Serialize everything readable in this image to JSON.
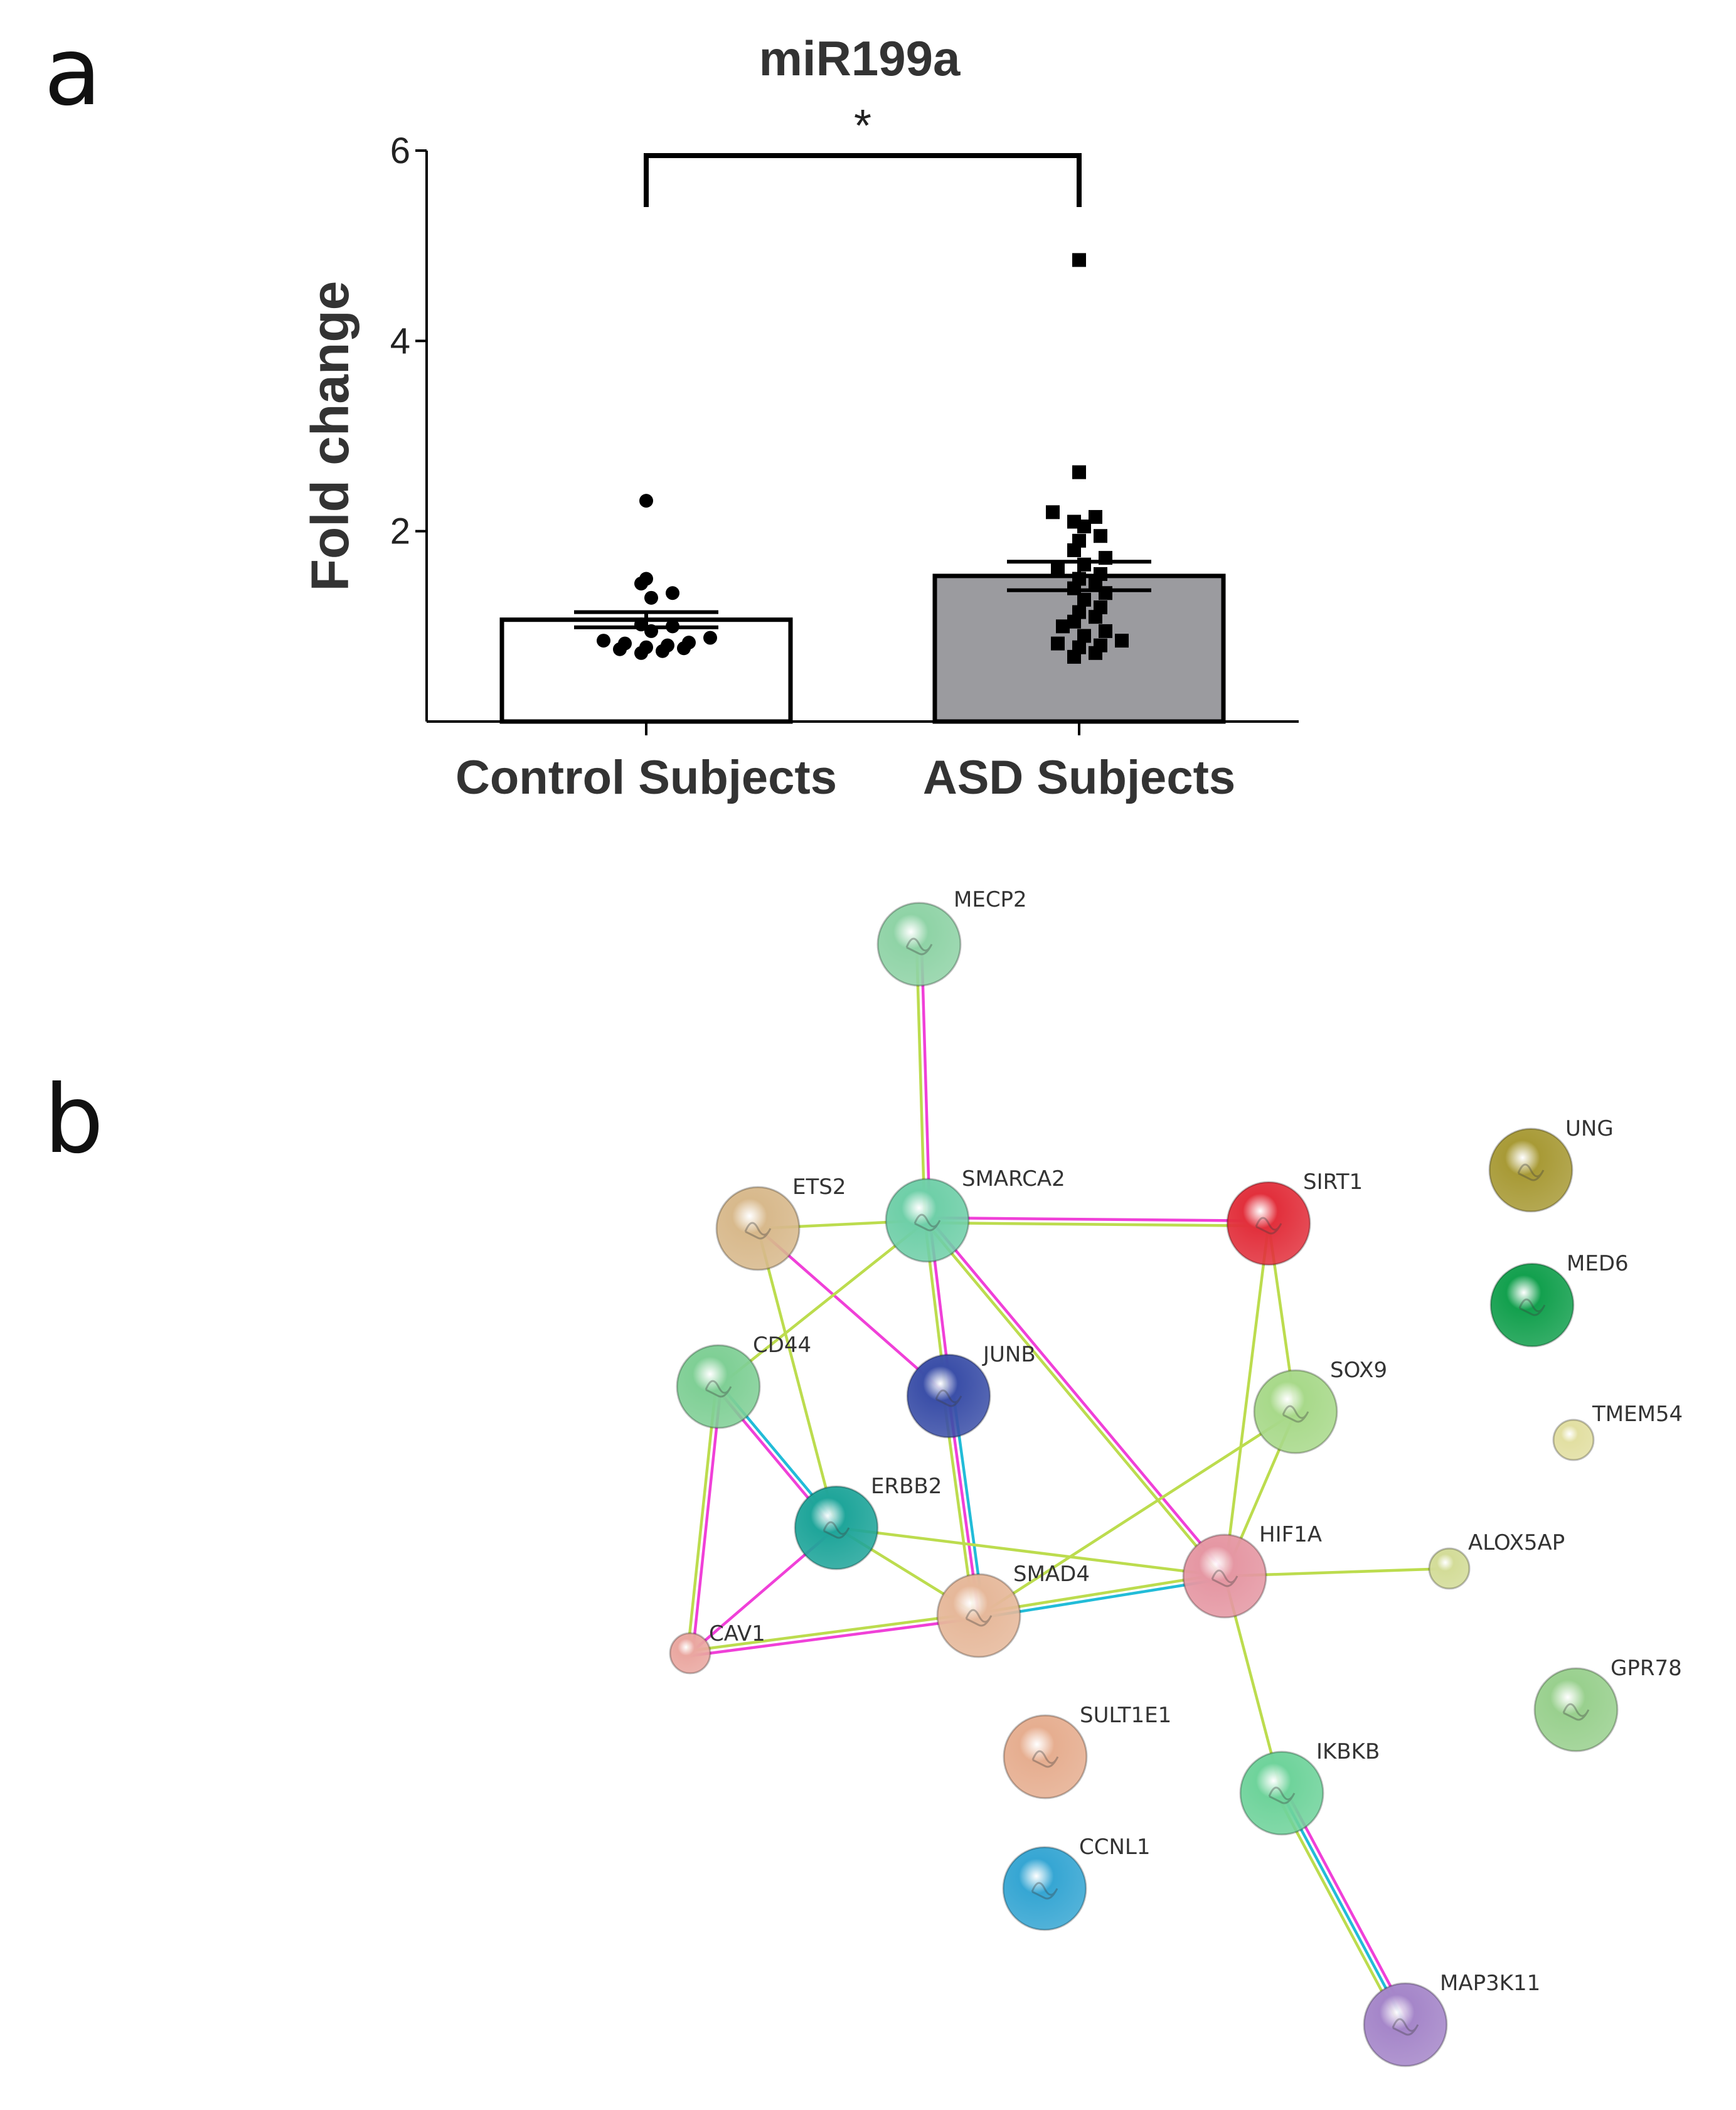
{
  "panel_labels": {
    "a": "a",
    "b": "b"
  },
  "chart_data": [
    {
      "type": "bar",
      "title": "miR199a",
      "xlabel": "",
      "ylabel": "Fold change",
      "ylim": [
        0,
        6
      ],
      "yticks": [
        "2",
        "4",
        "6"
      ],
      "categories": [
        "Control Subjects",
        "ASD Subjects"
      ],
      "values": [
        1.07,
        1.53
      ],
      "error": [
        0.08,
        0.15
      ],
      "bar_colors": [
        "#ffffff",
        "#9b9b9f"
      ],
      "significance": "*",
      "points": [
        [
          0.77,
          0.78,
          0.8,
          0.82,
          0.83,
          0.85,
          0.88,
          0.95,
          1.0,
          1.02,
          1.3,
          1.35,
          1.45,
          1.5,
          2.32,
          0.72,
          0.74,
          0.76
        ],
        [
          0.68,
          0.72,
          0.78,
          0.8,
          0.82,
          0.85,
          0.9,
          0.95,
          1.0,
          1.05,
          1.1,
          1.15,
          1.2,
          1.28,
          1.35,
          1.4,
          1.45,
          1.5,
          1.55,
          1.6,
          1.65,
          1.72,
          1.8,
          1.9,
          1.95,
          2.05,
          2.1,
          2.15,
          2.2,
          2.62,
          4.85
        ]
      ]
    },
    {
      "type": "network",
      "nodes": [
        {
          "id": "MECP2",
          "color": "#8fd3a6"
        },
        {
          "id": "ETS2",
          "color": "#d8b98c"
        },
        {
          "id": "SMARCA2",
          "color": "#6fcfa8"
        },
        {
          "id": "SIRT1",
          "color": "#e2303c"
        },
        {
          "id": "UNG",
          "color": "#a89a36"
        },
        {
          "id": "MED6",
          "color": "#13a04e"
        },
        {
          "id": "CD44",
          "color": "#7fcf95"
        },
        {
          "id": "JUNB",
          "color": "#3b4fa8"
        },
        {
          "id": "SOX9",
          "color": "#a8d98a"
        },
        {
          "id": "TMEM54",
          "color": "#e2dfa2"
        },
        {
          "id": "ERBB2",
          "color": "#1fa59a"
        },
        {
          "id": "HIF1A",
          "color": "#e597a3"
        },
        {
          "id": "ALOX5AP",
          "color": "#d3dc98"
        },
        {
          "id": "SMAD4",
          "color": "#e6b89a"
        },
        {
          "id": "CAV1",
          "color": "#eaa7a0"
        },
        {
          "id": "GPR78",
          "color": "#99d08e"
        },
        {
          "id": "SULT1E1",
          "color": "#e6ae90"
        },
        {
          "id": "IKBKB",
          "color": "#6fd39b"
        },
        {
          "id": "CCNL1",
          "color": "#36a6d3"
        },
        {
          "id": "MAP3K11",
          "color": "#a586c9"
        }
      ],
      "edges": [
        {
          "source": "MECP2",
          "target": "SMARCA2",
          "types": [
            "pink",
            "yellow"
          ]
        },
        {
          "source": "ETS2",
          "target": "SMARCA2",
          "types": [
            "yellow"
          ]
        },
        {
          "source": "ETS2",
          "target": "JUNB",
          "types": [
            "pink"
          ]
        },
        {
          "source": "ETS2",
          "target": "ERBB2",
          "types": [
            "yellow"
          ]
        },
        {
          "source": "SMARCA2",
          "target": "SIRT1",
          "types": [
            "pink",
            "yellow"
          ]
        },
        {
          "source": "SMARCA2",
          "target": "CD44",
          "types": [
            "yellow"
          ]
        },
        {
          "source": "SMARCA2",
          "target": "JUNB",
          "types": [
            "pink",
            "yellow"
          ]
        },
        {
          "source": "SMARCA2",
          "target": "HIF1A",
          "types": [
            "pink",
            "yellow"
          ]
        },
        {
          "source": "SIRT1",
          "target": "SOX9",
          "types": [
            "yellow"
          ]
        },
        {
          "source": "SIRT1",
          "target": "HIF1A",
          "types": [
            "yellow"
          ]
        },
        {
          "source": "CD44",
          "target": "ERBB2",
          "types": [
            "cyan",
            "pink"
          ]
        },
        {
          "source": "CD44",
          "target": "CAV1",
          "types": [
            "pink",
            "yellow"
          ]
        },
        {
          "source": "JUNB",
          "target": "SMAD4",
          "types": [
            "cyan",
            "pink",
            "yellow"
          ]
        },
        {
          "source": "SOX9",
          "target": "HIF1A",
          "types": [
            "yellow"
          ]
        },
        {
          "source": "SOX9",
          "target": "SMAD4",
          "types": [
            "yellow"
          ]
        },
        {
          "source": "ERBB2",
          "target": "CAV1",
          "types": [
            "pink"
          ]
        },
        {
          "source": "ERBB2",
          "target": "SMAD4",
          "types": [
            "yellow"
          ]
        },
        {
          "source": "ERBB2",
          "target": "HIF1A",
          "types": [
            "yellow"
          ]
        },
        {
          "source": "HIF1A",
          "target": "SMAD4",
          "types": [
            "cyan",
            "yellow"
          ]
        },
        {
          "source": "HIF1A",
          "target": "ALOX5AP",
          "types": [
            "yellow"
          ]
        },
        {
          "source": "HIF1A",
          "target": "IKBKB",
          "types": [
            "yellow"
          ]
        },
        {
          "source": "SMAD4",
          "target": "CAV1",
          "types": [
            "pink",
            "yellow"
          ]
        },
        {
          "source": "IKBKB",
          "target": "MAP3K11",
          "types": [
            "pink",
            "cyan",
            "yellow"
          ]
        }
      ],
      "edge_colors": {
        "pink": "#f040d8",
        "yellow": "#bcdc4e",
        "cyan": "#22bcd8"
      }
    }
  ]
}
